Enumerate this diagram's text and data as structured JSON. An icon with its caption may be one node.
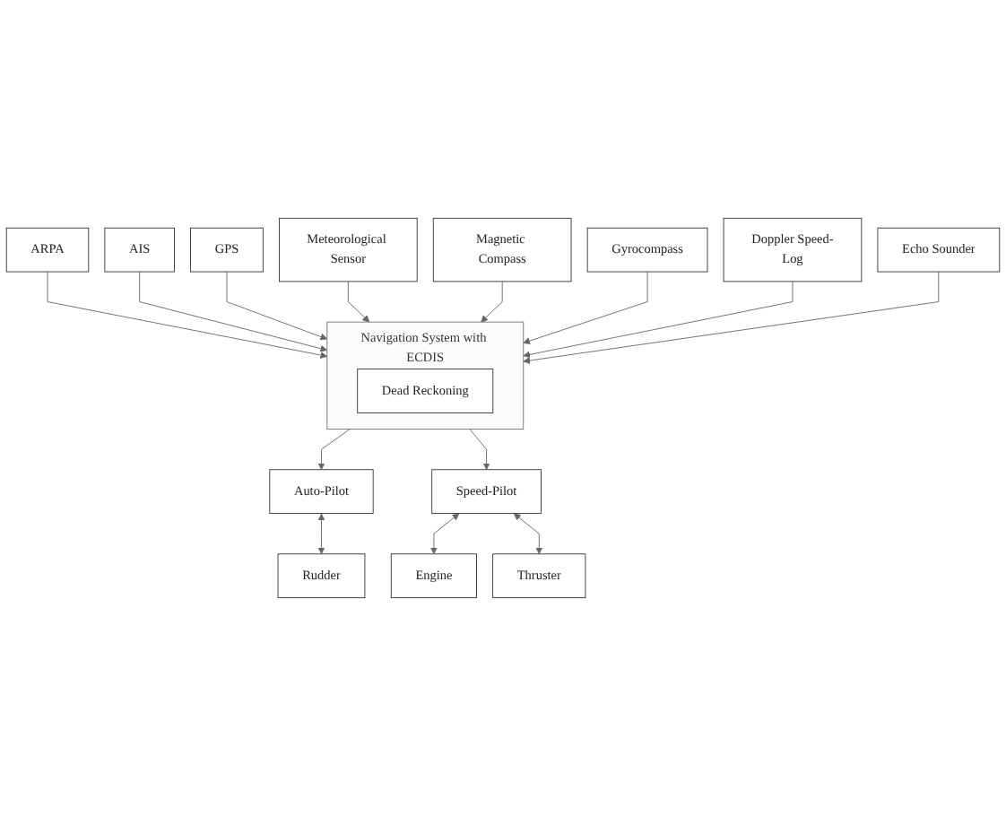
{
  "diagram": {
    "nodes": [
      {
        "text": [
          "ARPA"
        ]
      },
      {
        "text": [
          "AIS"
        ]
      },
      {
        "text": [
          "GPS"
        ]
      },
      {
        "text": [
          "Meteorological Sensor"
        ]
      },
      {
        "text": [
          "Navigation System with ECDIS"
        ]
      },
      {
        "text": [
          "Dead Reckoning"
        ],
        "in": 4
      },
      {
        "text": [
          "Doppler Speed-Log"
        ]
      },
      {
        "text": [
          "Magnetic Compass"
        ]
      },
      {
        "text": [
          "Echo Sounder"
        ]
      },
      {
        "text": [
          "Gyrocompass"
        ]
      },
      {
        "text": [
          "Auto-Pilot"
        ]
      },
      {
        "text": [
          "Speed-Pilot"
        ]
      },
      {
        "text": [
          "Rudder"
        ]
      },
      {
        "text": [
          "Engine"
        ]
      },
      {
        "text": [
          "Thruster"
        ]
      }
    ],
    "edges": [
      {
        "from": 0,
        "to": 4,
        "arrow": "to"
      },
      {
        "from": 1,
        "to": 4,
        "arrow": "to"
      },
      {
        "from": 2,
        "to": 4,
        "arrow": "to"
      },
      {
        "from": 3,
        "to": 4,
        "arrow": "to"
      },
      {
        "from": 7,
        "to": 4,
        "arrow": "to"
      },
      {
        "from": 9,
        "to": 4,
        "arrow": "to"
      },
      {
        "from": 6,
        "to": 4,
        "arrow": "to"
      },
      {
        "from": 8,
        "to": 4,
        "arrow": "to"
      },
      {
        "from": 4,
        "to": 10,
        "arrow": "to"
      },
      {
        "from": 4,
        "to": 11,
        "arrow": "to"
      },
      {
        "from": 10,
        "to": 12,
        "arrow": "both"
      },
      {
        "from": 11,
        "to": 13,
        "arrow": "both"
      },
      {
        "from": 11,
        "to": 14,
        "arrow": "both"
      }
    ]
  }
}
